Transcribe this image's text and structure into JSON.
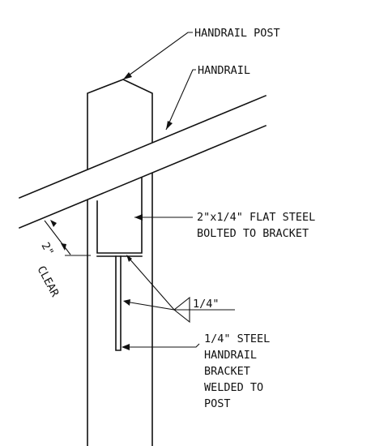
{
  "labels": {
    "handrail_post": "HANDRAIL POST",
    "handrail": "HANDRAIL",
    "flat_steel_line1": "2\"x1/4\" FLAT STEEL",
    "flat_steel_line2": "BOLTED TO BRACKET",
    "clearance_value": "2\"",
    "clearance_word": "CLEAR",
    "weld_size": "1/4\"",
    "bracket_line1": "1/4\" STEEL",
    "bracket_line2": "HANDRAIL",
    "bracket_line3": "BRACKET",
    "bracket_line4": "WELDED TO",
    "bracket_line5": "POST"
  },
  "colors": {
    "ink": "#111111",
    "paper": "#ffffff"
  }
}
